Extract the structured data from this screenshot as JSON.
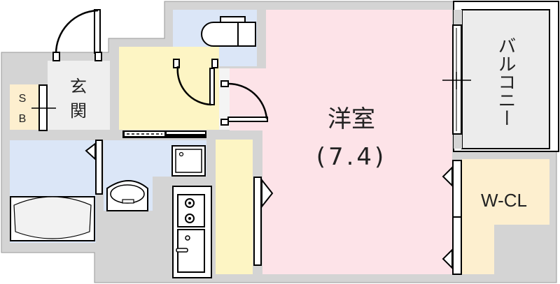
{
  "rooms": {
    "entrance": {
      "label_1": "玄",
      "label_2": "関"
    },
    "shoe_box": {
      "label_1": "S",
      "label_2": "B"
    },
    "western_room": {
      "label": "洋室",
      "size": "(7.4)"
    },
    "balcony": {
      "label": "バルコニー"
    },
    "walk_in_closet": {
      "label": "W-CL"
    }
  },
  "colors": {
    "wall": "#d4d4d4",
    "western_room": "#fde3e8",
    "hall_kitchen": "#fdf5c4",
    "wet_area": "#dbe6f7",
    "closet": "#fdefcf",
    "entrance": "#efefef",
    "balcony": "#ececec"
  }
}
